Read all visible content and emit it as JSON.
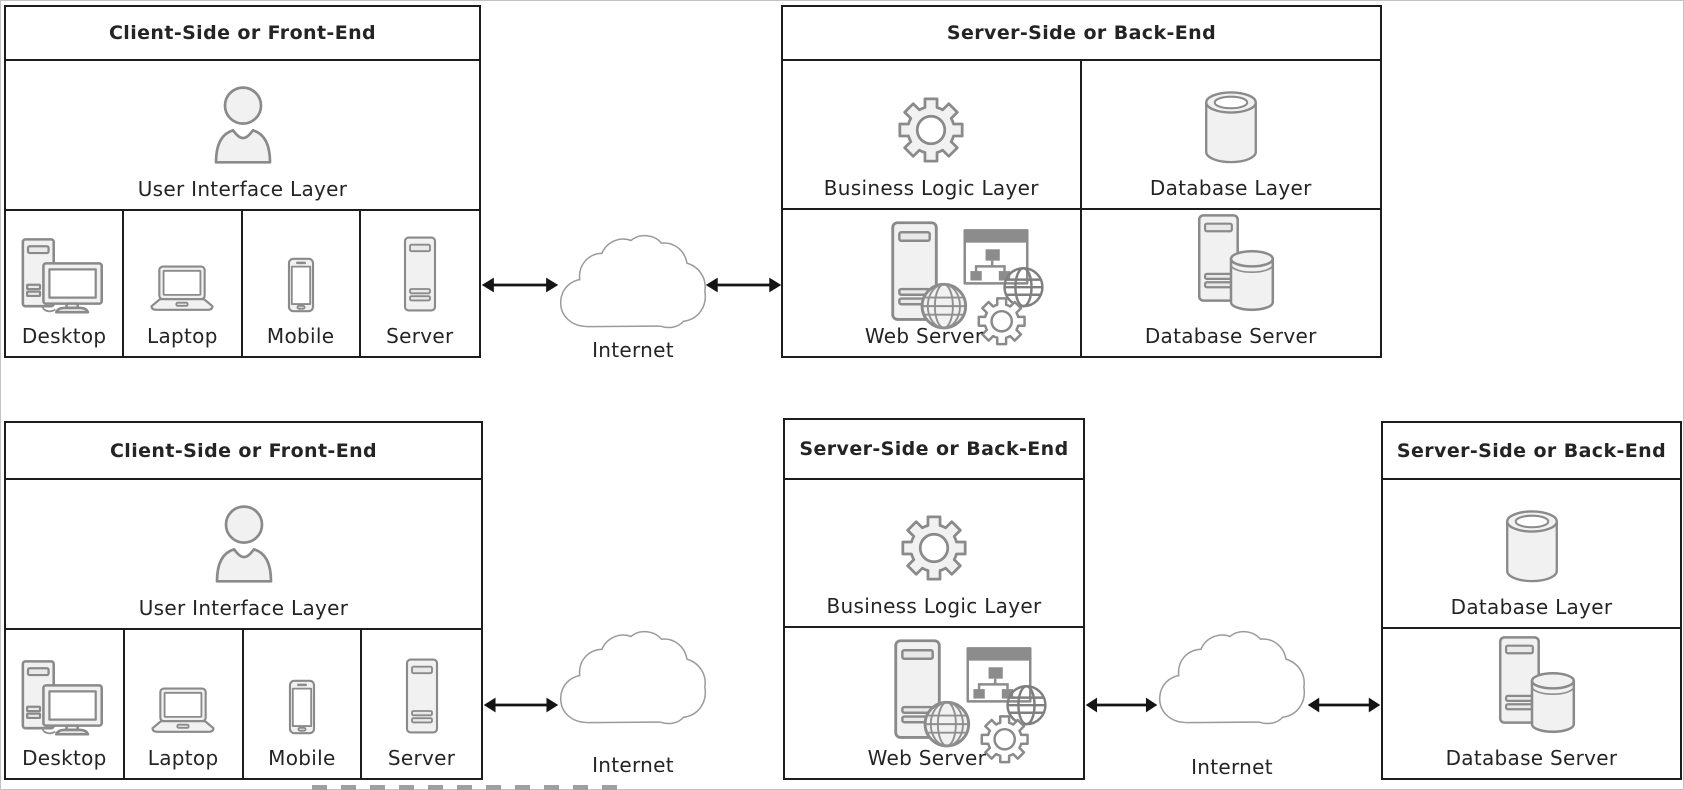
{
  "colors": {
    "box_border": "#1d1d1d",
    "text": "#242424",
    "icon_fill": "#f1f1f1",
    "icon_stroke": "#8a8a8a",
    "icon_dark": "#8c8c8c",
    "cloud_stroke": "#9b9b9b",
    "arrow": "#141414"
  },
  "top_diagram": {
    "client_box": {
      "title": "Client-Side or Front-End",
      "ui_layer_label": "User Interface Layer",
      "devices": [
        {
          "label": "Desktop"
        },
        {
          "label": "Laptop"
        },
        {
          "label": "Mobile"
        },
        {
          "label": "Server"
        }
      ]
    },
    "internet_label": "Internet",
    "server_box": {
      "title": "Server-Side or Back-End",
      "business_logic_label": "Business Logic Layer",
      "database_layer_label": "Database Layer",
      "web_server_label": "Web Server",
      "database_server_label": "Database Server"
    }
  },
  "bottom_diagram": {
    "client_box": {
      "title": "Client-Side or Front-End",
      "ui_layer_label": "User Interface Layer",
      "devices": [
        {
          "label": "Desktop"
        },
        {
          "label": "Laptop"
        },
        {
          "label": "Mobile"
        },
        {
          "label": "Server"
        }
      ]
    },
    "internet_left_label": "Internet",
    "app_server_box": {
      "title": "Server-Side or Back-End",
      "business_logic_label": "Business Logic Layer",
      "web_server_label": "Web Server"
    },
    "internet_right_label": "Internet",
    "database_box": {
      "title": "Server-Side or Back-End",
      "database_layer_label": "Database Layer",
      "database_server_label": "Database Server"
    }
  }
}
